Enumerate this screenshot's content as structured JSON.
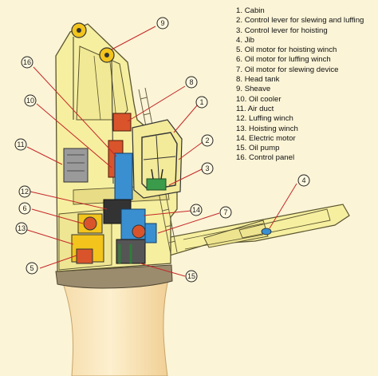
{
  "legend": [
    {
      "num": "1",
      "label": "Cabin"
    },
    {
      "num": "2",
      "label": "Control lever for slewing and luffing"
    },
    {
      "num": "3",
      "label": "Control lever for hoisting"
    },
    {
      "num": "4",
      "label": "Jib"
    },
    {
      "num": "5",
      "label": "Oil motor for hoisting winch"
    },
    {
      "num": "6",
      "label": "Oil motor for luffing winch"
    },
    {
      "num": "7",
      "label": "Oil motor for slewing device"
    },
    {
      "num": "8",
      "label": "Head tank"
    },
    {
      "num": "9",
      "label": "Sheave"
    },
    {
      "num": "10",
      "label": "Oil cooler"
    },
    {
      "num": "11",
      "label": "Air duct"
    },
    {
      "num": "12",
      "label": "Luffing winch"
    },
    {
      "num": "13",
      "label": "Hoisting winch"
    },
    {
      "num": "14",
      "label": "Electric motor"
    },
    {
      "num": "15",
      "label": "Oil pump"
    },
    {
      "num": "16",
      "label": "Control panel"
    }
  ],
  "callouts": [
    {
      "num": "1",
      "points_to": "cabin"
    },
    {
      "num": "2",
      "points_to": "control-lever-slewing-luffing"
    },
    {
      "num": "3",
      "points_to": "control-lever-hoisting"
    },
    {
      "num": "4",
      "points_to": "jib"
    },
    {
      "num": "5",
      "points_to": "oil-motor-hoisting"
    },
    {
      "num": "6",
      "points_to": "oil-motor-luffing"
    },
    {
      "num": "7",
      "points_to": "oil-motor-slewing"
    },
    {
      "num": "8",
      "points_to": "head-tank"
    },
    {
      "num": "9",
      "points_to": "sheave"
    },
    {
      "num": "10",
      "points_to": "oil-cooler"
    },
    {
      "num": "11",
      "points_to": "air-duct"
    },
    {
      "num": "12",
      "points_to": "luffing-winch"
    },
    {
      "num": "13",
      "points_to": "hoisting-winch"
    },
    {
      "num": "14",
      "points_to": "electric-motor"
    },
    {
      "num": "15",
      "points_to": "oil-pump"
    },
    {
      "num": "16",
      "points_to": "control-panel"
    }
  ],
  "colors": {
    "background": "#fbf4d7",
    "machine_body": "#f6efa0",
    "body_outline": "#5a5530",
    "blue_parts": "#3a8fd0",
    "orange_parts": "#d9542b",
    "yellow_parts": "#f2c41c",
    "pedestal": "#f3d79f",
    "callout_line": "#c62828"
  }
}
